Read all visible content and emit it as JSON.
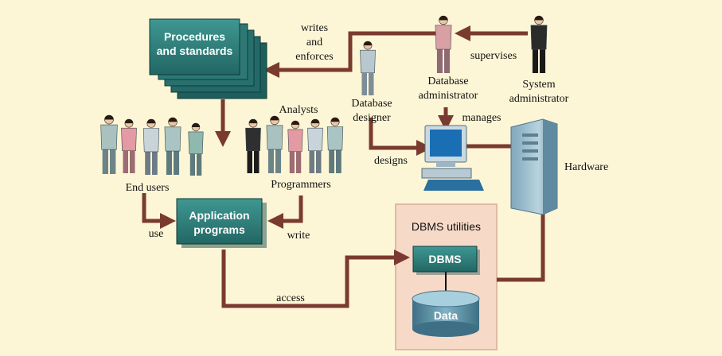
{
  "boxes": {
    "procedures": "Procedures\nand standards",
    "application": "Application\nprograms",
    "dbms_utilities": "DBMS utilities",
    "dbms": "DBMS",
    "data": "Data"
  },
  "labels": {
    "writes_enforces": "writes\nand\nenforces",
    "supervises": "supervises",
    "database_administrator": "Database\nadministrator",
    "system_administrator": "System\nadministrator",
    "database_designer": "Database\ndesigner",
    "analysts": "Analysts",
    "manages": "manages",
    "designs": "designs",
    "hardware": "Hardware",
    "end_users": "End users",
    "programmers": "Programmers",
    "use": "use",
    "write": "write",
    "access": "access"
  },
  "colors": {
    "background": "#fdf6d6",
    "arrow": "#7a3a30",
    "box_teal": "#2e7f7b",
    "dbms_panel": "#f7d9c8"
  }
}
